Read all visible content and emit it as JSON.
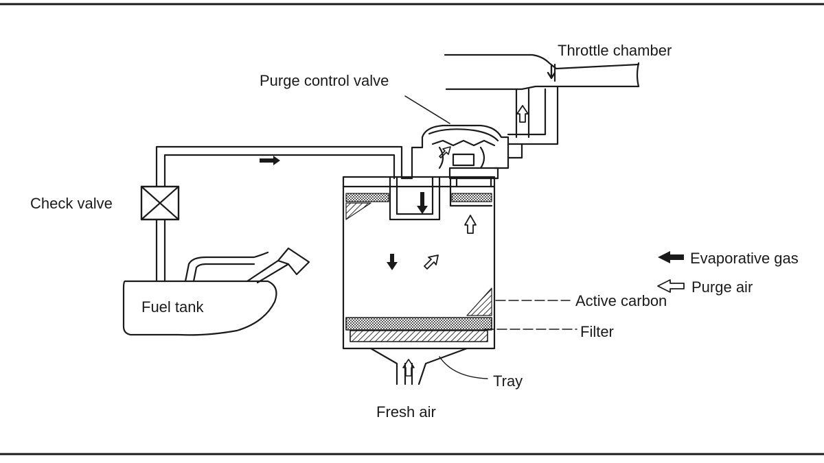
{
  "labels": {
    "throttle_chamber": "Throttle chamber",
    "purge_control_valve": "Purge control valve",
    "check_valve": "Check valve",
    "fuel_tank": "Fuel tank",
    "evaporative_gas": "Evaporative gas",
    "purge_air": "Purge air",
    "active_carbon": "Active carbon",
    "filter": "Filter",
    "tray": "Tray",
    "fresh_air": "Fresh air"
  },
  "legend": [
    {
      "icon": "solid-black-arrow-icon",
      "text_key": "evaporative_gas"
    },
    {
      "icon": "hollow-outline-arrow-icon",
      "text_key": "purge_air"
    }
  ],
  "colors": {
    "line": "#1a1a1a",
    "background": "#ffffff",
    "hatch": "#333333"
  }
}
